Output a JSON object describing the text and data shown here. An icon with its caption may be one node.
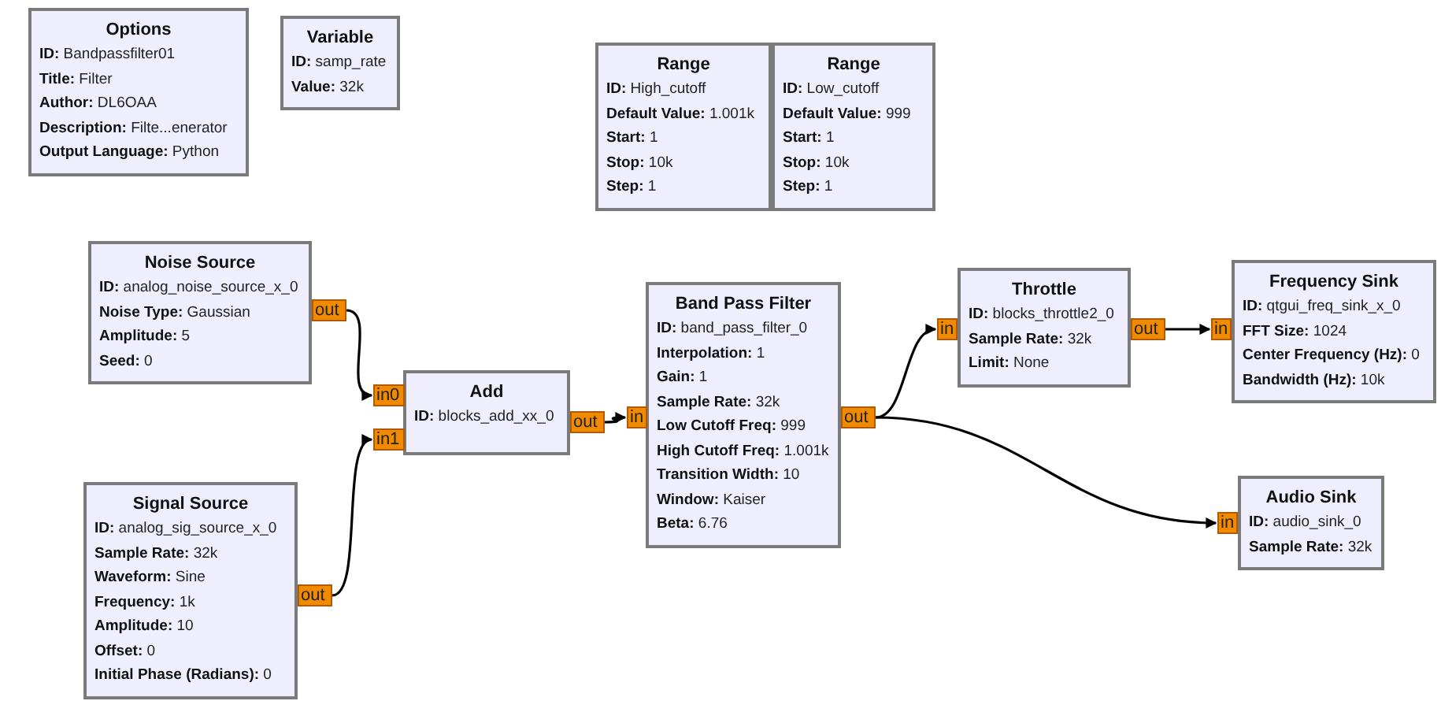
{
  "diagram": {
    "nodes": [
      {
        "text": [
          "Options",
          "**ID:** Bandpassfilter01",
          "**Title:** Filter",
          "**Author:** DL6OAA",
          "**Description:** Filte...enerator",
          "**Output Language:** Python"
        ]
      },
      {
        "text": [
          "Variable",
          "**ID:** samp_rate",
          "**Value:** 32k"
        ]
      },
      {
        "text": [
          "Range",
          "**ID:** High_cutoff",
          "**Default Value:** 1.001k",
          "**Start:** 1",
          "**Stop:** 10k",
          "**Step:** 1"
        ]
      },
      {
        "text": [
          "Range",
          "**ID:** Low_cutoff",
          "**Default Value:** 999",
          "**Start:** 1",
          "**Stop:** 10k",
          "**Step:** 1"
        ]
      },
      {
        "text": [
          "Noise Source",
          "**ID:** analog_noise_source_x_0",
          "**Noise Type:** Gaussian",
          "**Amplitude:** 5",
          "**Seed:** 0"
        ]
      },
      {
        "text": [
          "out"
        ]
      },
      {
        "text": [
          "Add",
          "**ID:** blocks_add_xx_0"
        ]
      },
      {
        "text": [
          "in0"
        ]
      },
      {
        "text": [
          "in1"
        ]
      },
      {
        "text": [
          "out"
        ]
      },
      {
        "text": [
          "Signal Source",
          "**ID:** analog_sig_source_x_0",
          "**Sample Rate:** 32k",
          "**Waveform:** Sine",
          "**Frequency:** 1k",
          "**Amplitude:** 10",
          "**Offset:** 0",
          "**Initial Phase (Radians):** 0"
        ]
      },
      {
        "text": [
          "out"
        ]
      },
      {
        "text": [
          "Band Pass Filter",
          "**ID:** band_pass_filter_0",
          "**Interpolation:** 1",
          "**Gain:** 1",
          "**Sample Rate:** 32k",
          "**Low Cutoff Freq:** 999",
          "**High Cutoff Freq:** 1.001k",
          "**Transition Width:** 10",
          "**Window:** Kaiser",
          "**Beta:** 6.76"
        ]
      },
      {
        "text": [
          "in"
        ]
      },
      {
        "text": [
          "out"
        ]
      },
      {
        "text": [
          "Throttle",
          "**ID:** blocks_throttle2_0",
          "**Sample Rate:** 32k",
          "**Limit:** None"
        ]
      },
      {
        "text": [
          "in"
        ]
      },
      {
        "text": [
          "out"
        ]
      },
      {
        "text": [
          "Frequency Sink",
          "**ID:** qtgui_freq_sink_x_0",
          "**FFT Size:** 1024",
          "**Center Frequency (Hz):** 0",
          "**Bandwidth (Hz):** 10k"
        ]
      },
      {
        "text": [
          "in"
        ]
      },
      {
        "text": [
          "Audio Sink",
          "**ID:** audio_sink_0",
          "**Sample Rate:** 32k"
        ]
      },
      {
        "text": [
          "in"
        ]
      }
    ],
    "edges": [
      {
        "from": 5,
        "to": 7,
        "arrow": "to"
      },
      {
        "from": 11,
        "to": 8,
        "arrow": "to"
      },
      {
        "from": 9,
        "to": 13,
        "arrow": "to"
      },
      {
        "from": 14,
        "to": 16,
        "arrow": "to"
      },
      {
        "from": 14,
        "to": 21,
        "arrow": "to"
      },
      {
        "from": 17,
        "to": 19,
        "arrow": "to"
      }
    ]
  }
}
